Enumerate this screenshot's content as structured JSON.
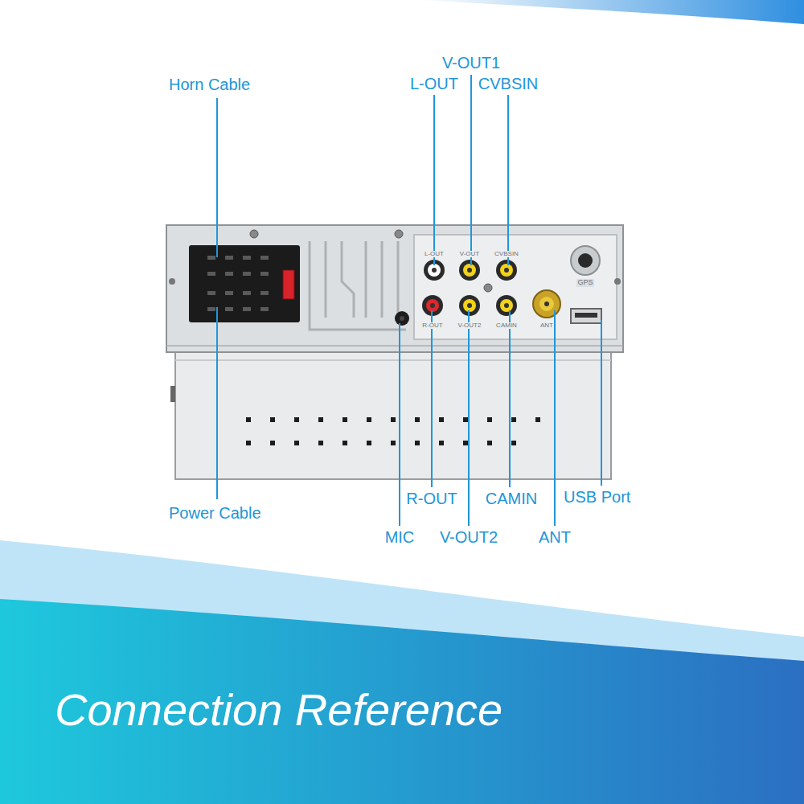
{
  "diagram": {
    "title": "Connection Reference",
    "labels": [
      "Horn Cable",
      "V-OUT1",
      "L-OUT",
      "CVBSIN",
      "L-OUT",
      "V-OUT",
      "CVBSIN",
      "GPS",
      "R-OUT",
      "V-OUT2",
      "CAMIN",
      "ANT",
      "Power Cable",
      "R-OUT",
      "CAMIN",
      "USB Port",
      "MIC",
      "V-OUT2",
      "ANT"
    ]
  }
}
